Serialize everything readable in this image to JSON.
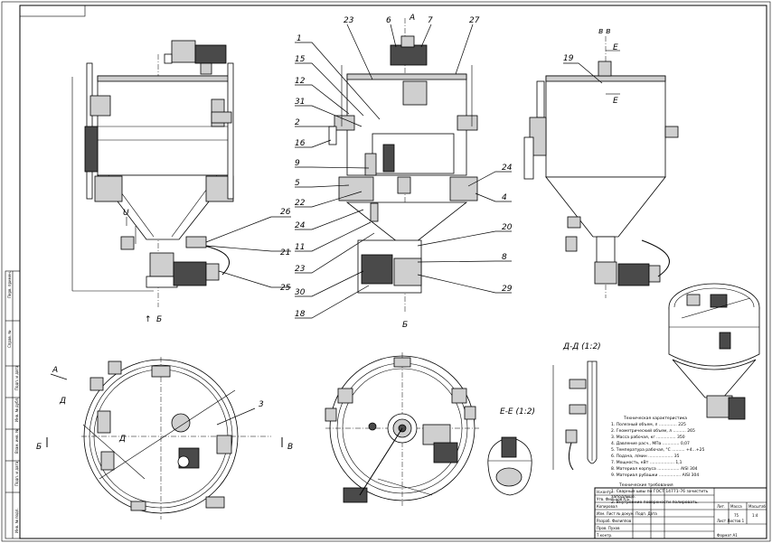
{
  "sheet": {
    "part_numbers": [
      "1",
      "2",
      "4",
      "5",
      "6",
      "7",
      "8",
      "9",
      "11",
      "12",
      "15",
      "16",
      "18",
      "19",
      "20",
      "21",
      "22",
      "23",
      "24",
      "25",
      "26",
      "27",
      "29",
      "30",
      "31"
    ],
    "left_labels": [
      "23",
      "1",
      "15",
      "12",
      "31",
      "2",
      "16",
      "9",
      "5",
      "22",
      "24",
      "11",
      "23",
      "30",
      "18"
    ],
    "right_labels": [
      "24",
      "4",
      "20",
      "8",
      "29"
    ],
    "left_view_labels": [
      "26",
      "21",
      "25"
    ],
    "top_labels": {
      "p23": "23",
      "p6": "6",
      "p7": "7",
      "p27": "27",
      "a": "A"
    },
    "view_letters": {
      "b_left": "Б",
      "b_center": "Б",
      "vv": "в в",
      "e_top": "Е",
      "e_bottom": "Е",
      "p19": "19",
      "d1": "Д",
      "d2": "Д",
      "a_plan": "А",
      "p3": "3",
      "b_plan_left": "Б",
      "b_plan_right": "В"
    },
    "section_titles": {
      "dd": "Д-Д (1:2)",
      "ee": "Е-Е (1:2)"
    },
    "spec_lines": [
      "1. Полезный объем, л  ..............  225",
      "2. Геометрический объем, л  ..........  265",
      "3. Масса рабочая, кг  ...............  350",
      "4. Давление расч., МПа  .............  0,07",
      "5. Температура рабочая, °С  ..........  +4...+25",
      "6. Подача, л/мин  ...................  35",
      "7. Мощность, кВт  ...................  1,1",
      "8. Материал корпуса  .................  AISI 304",
      "9. Материал рубашки  .................  AISI 304"
    ],
    "notes_title": "Технические требования",
    "notes": [
      "1. Сварные швы по ГОСТ 14771-76 зачистить",
      "   заподлицо.",
      "2. Внутренние поверхности полировать."
    ],
    "title_block": {
      "rows": [
        "Изм. Лист  № докум.  Подп.  Дата",
        "Разраб.  Филиппов",
        "Пров.  Пухов",
        "Т.контр.",
        "Н.контр.",
        "Утв.  Фильцов А.Б.",
        "Копировал"
      ],
      "stage_headers": [
        "Лит.",
        "Масса",
        "Масштаб"
      ],
      "stage_values": [
        "",
        "75",
        "1:4"
      ],
      "sheet_info": "Лист     Листов  1",
      "format": "Формат  A1"
    },
    "side_strip": [
      "Перв. примен.",
      "Справ. №",
      "Подп. и дата",
      "Инв. № дубл.",
      "Взам. инв. №",
      "Подп. и дата",
      "Инв. № подл."
    ]
  }
}
